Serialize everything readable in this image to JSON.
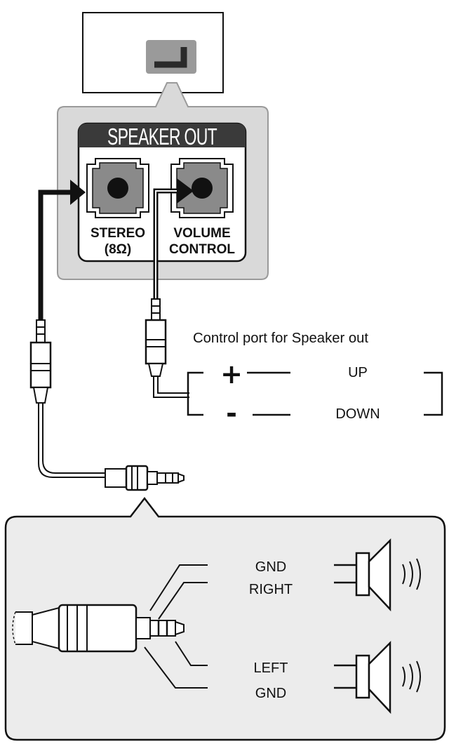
{
  "panel": {
    "title": "SPEAKER OUT",
    "jack_stereo": {
      "line1": "STEREO",
      "line2": "(8Ω)"
    },
    "jack_volume": {
      "line1": "VOLUME",
      "line2": "CONTROL"
    }
  },
  "control_port": {
    "caption": "Control port for Speaker out",
    "plus_sign": "+",
    "minus_sign": "-",
    "up_label": "UP",
    "down_label": "DOWN"
  },
  "plug_detail": {
    "gnd_top": "GND",
    "right": "RIGHT",
    "left": "LEFT",
    "gnd_bottom": "GND"
  },
  "colors": {
    "line": "#111111",
    "panel_fill": "#d9d9d9",
    "jack_fill": "#8a8a8a",
    "title_bar": "#3a3a3a"
  }
}
